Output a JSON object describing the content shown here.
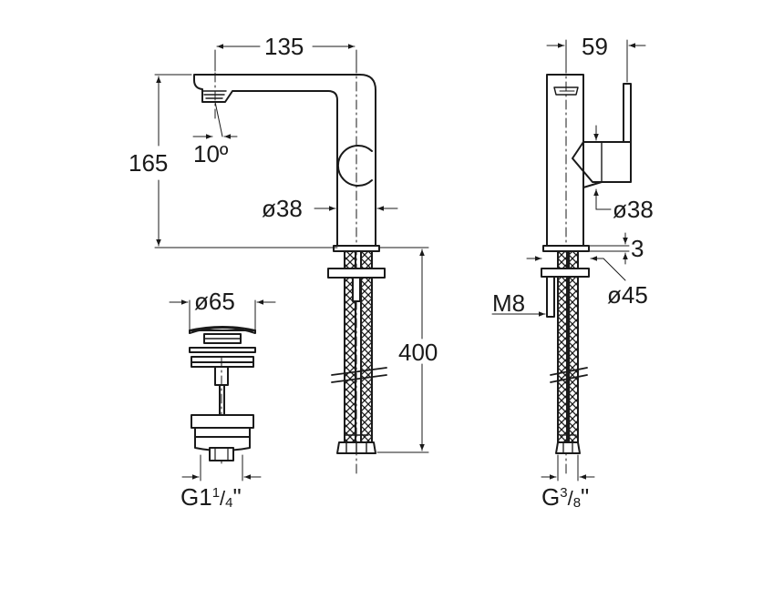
{
  "dimensions": {
    "spout_reach": "135",
    "body_height": "165",
    "spout_angle": "10º",
    "body_diameter_front": "ø38",
    "hose_length": "400",
    "waste_diameter": "ø65",
    "waste_thread_main": "G1",
    "waste_thread_num": "1",
    "waste_thread_den": "4",
    "waste_thread_inch": "\"",
    "side_depth": "59",
    "body_diameter_side": "ø38",
    "flange_thickness": "3",
    "base_diameter": "ø45",
    "rod_thread": "M8",
    "hose_thread_main": "G",
    "hose_thread_num": "3",
    "hose_thread_den": "8",
    "hose_thread_inch": "\""
  },
  "colors": {
    "line": "#1a1a1a",
    "fill": "#ffffff",
    "shade": "#d9d9d9"
  }
}
